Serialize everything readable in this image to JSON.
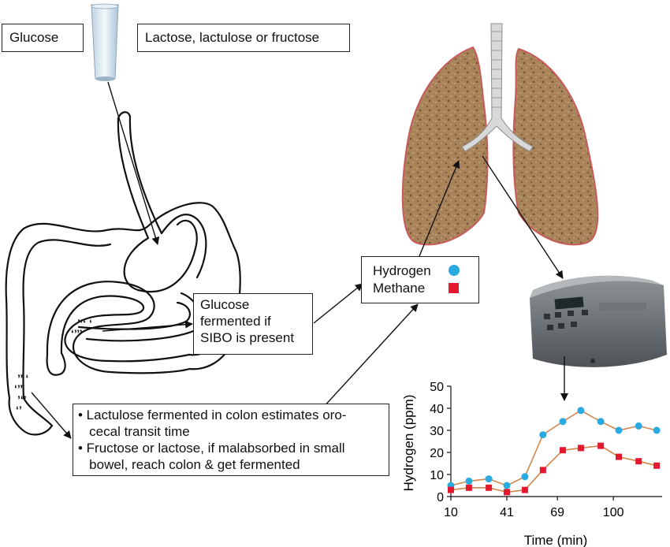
{
  "labels": {
    "glucose": "Glucose",
    "lactose": "Lactose, lactulose or fructose",
    "ferment_lines": [
      "Glucose",
      "fermented if",
      "SIBO is present"
    ],
    "bullet_lines": [
      "• Lactulose fermented in colon estimates oro-",
      "   cecal transit time",
      "• Fructose or lactose, if malabsorbed in small",
      "   bowel, reach colon & get fermented"
    ],
    "hydrogen": "Hydrogen",
    "methane": "Methane"
  },
  "colors": {
    "hydrogen": "#29abe2",
    "methane": "#e3172d",
    "hydrogen_line": "#d2864c",
    "methane_line": "#d2864c",
    "lung_fill": "#a8835a",
    "lung_outline": "#c85a5a"
  },
  "icons": [
    "water-glass-icon",
    "intestine-outline-icon",
    "lungs-icon",
    "breath-analyzer-device-icon"
  ],
  "chart_data": {
    "type": "line",
    "xlabel": "Time (min)",
    "ylabel": "Hydrogen (ppm)",
    "x_ticks": [
      "10",
      "41",
      "69",
      "100"
    ],
    "y_ticks": [
      "0",
      "10",
      "20",
      "30",
      "40",
      "50"
    ],
    "xlim": [
      10,
      127
    ],
    "ylim": [
      0,
      50
    ],
    "x": [
      10,
      20,
      31,
      41,
      51,
      61,
      72,
      82,
      93,
      103,
      114,
      124
    ],
    "series": [
      {
        "name": "Hydrogen",
        "marker": "circle",
        "values": [
          5,
          7,
          8,
          5,
          9,
          28,
          34,
          39,
          34,
          30,
          32,
          30
        ]
      },
      {
        "name": "Methane",
        "marker": "square",
        "values": [
          3,
          4,
          4,
          2,
          3,
          12,
          21,
          22,
          23,
          18,
          16,
          14
        ]
      }
    ]
  }
}
